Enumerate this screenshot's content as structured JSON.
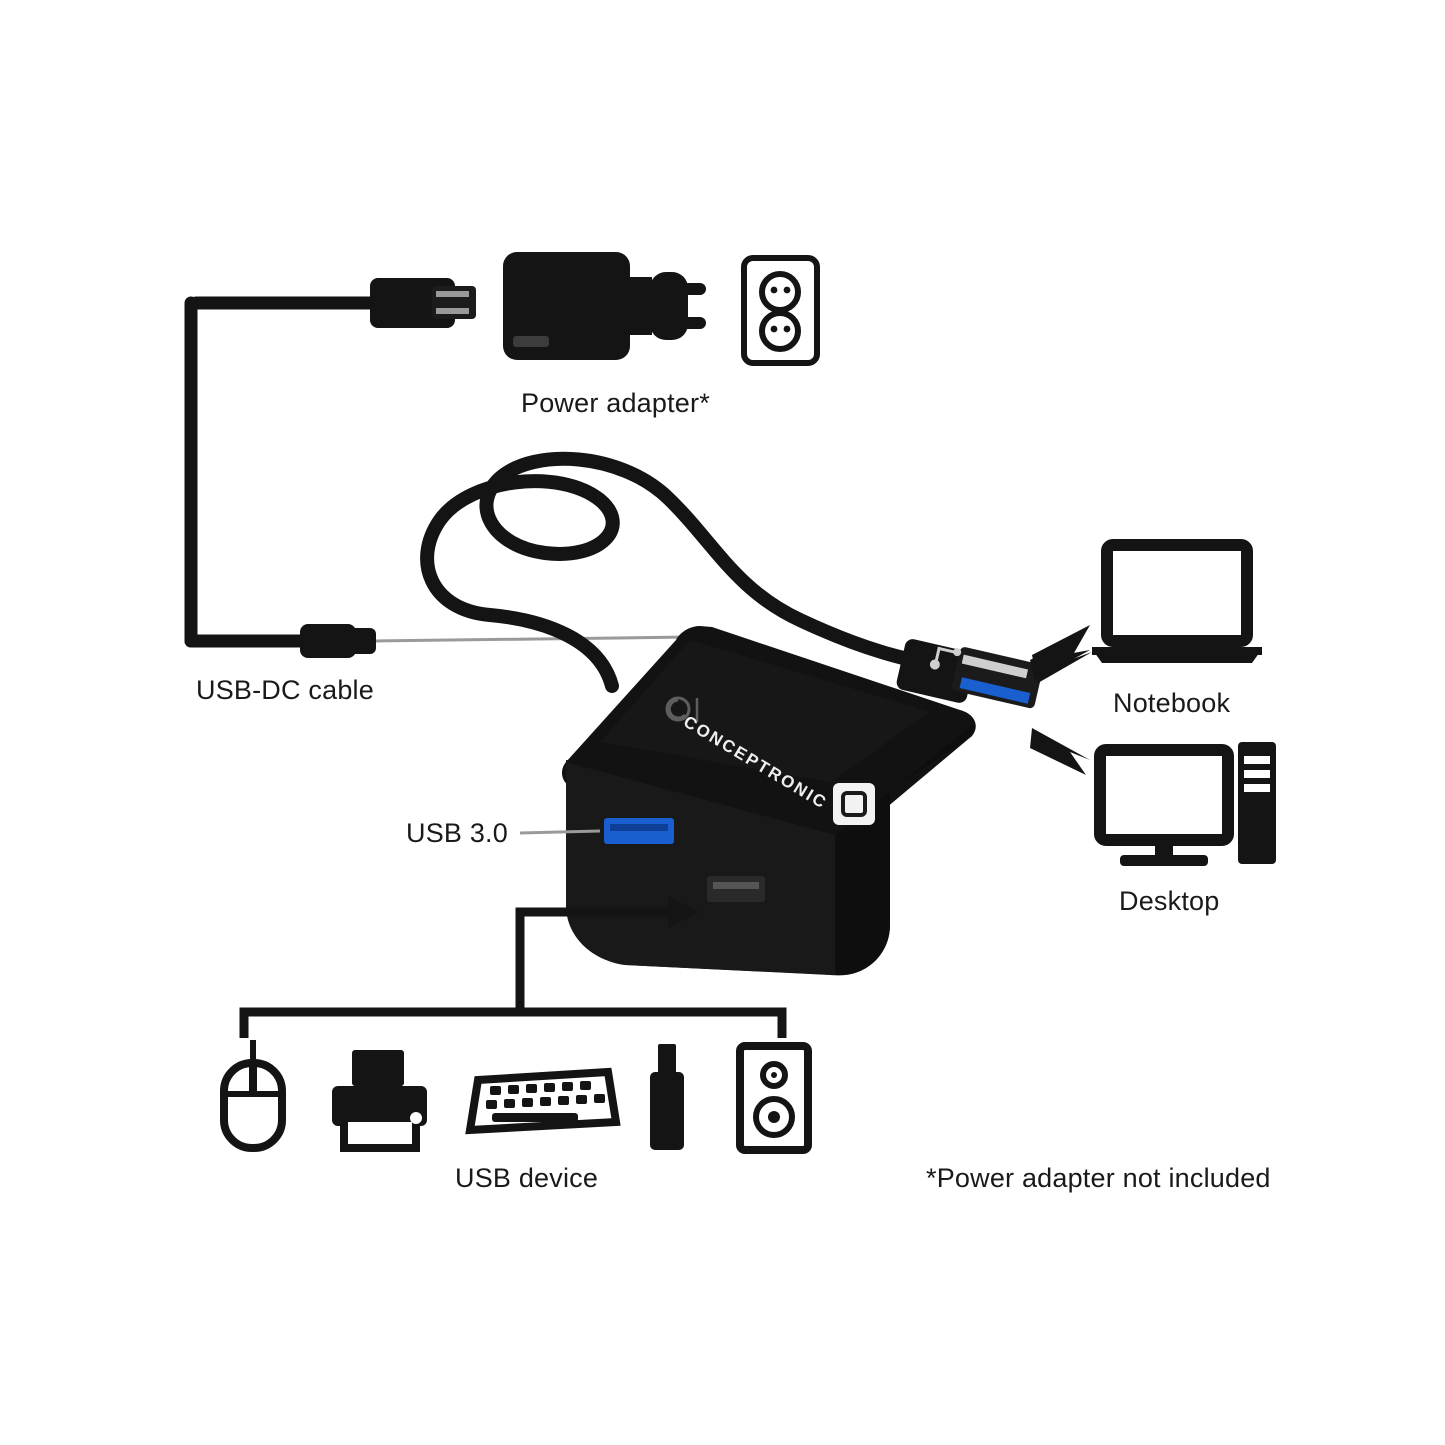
{
  "diagram": {
    "title": "Conceptronic USB 3.0 hub connection diagram",
    "brand_text": "CONCEPTRONIC",
    "labels": {
      "power_adapter": "Power adapter*",
      "usb_dc_cable": "USB-DC cable",
      "usb_30": "USB 3.0",
      "notebook": "Notebook",
      "desktop": "Desktop",
      "usb_device": "USB device",
      "footnote": "*Power adapter not included"
    },
    "icons": [
      {
        "name": "power-adapter-icon",
        "label": "Power adapter*"
      },
      {
        "name": "wall-socket-icon",
        "label": ""
      },
      {
        "name": "usb-dc-cable-icon",
        "label": "USB-DC cable"
      },
      {
        "name": "usb-hub-icon",
        "label": ""
      },
      {
        "name": "usb-a-plug-icon",
        "label": ""
      },
      {
        "name": "notebook-icon",
        "label": "Notebook"
      },
      {
        "name": "desktop-icon",
        "label": "Desktop"
      },
      {
        "name": "mouse-icon",
        "label": "USB device"
      },
      {
        "name": "printer-icon",
        "label": "USB device"
      },
      {
        "name": "keyboard-icon",
        "label": "USB device"
      },
      {
        "name": "usb-flash-drive-icon",
        "label": "USB device"
      },
      {
        "name": "speaker-icon",
        "label": "USB device"
      }
    ],
    "colors": {
      "device_black": "#111111",
      "cable_black": "#131313",
      "usb3_blue": "#1a5fd0",
      "background": "#ffffff",
      "leader_line": "#8c8c8c",
      "text": "#1a1a1a"
    }
  }
}
